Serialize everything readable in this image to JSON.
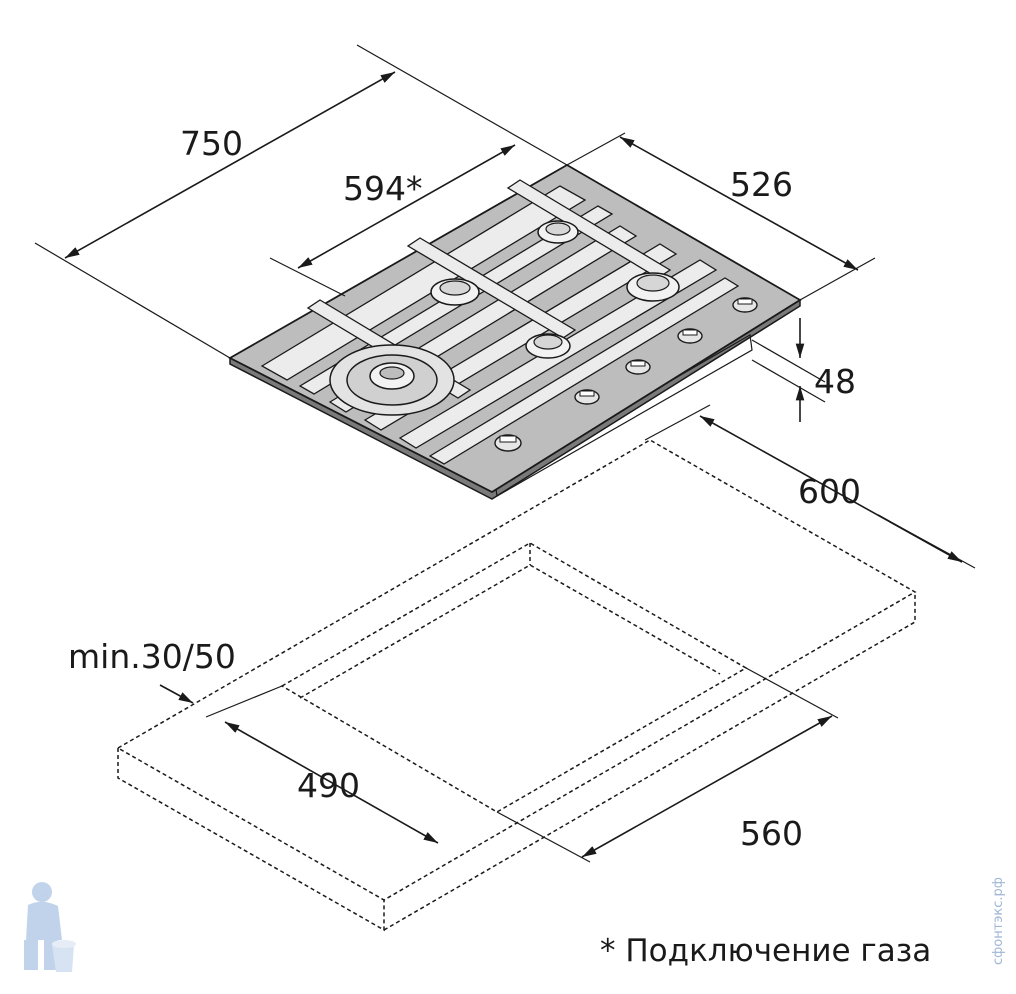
{
  "dimensions": {
    "width_total": "750",
    "width_gas": "594*",
    "depth": "526",
    "height": "48",
    "cutout_width": "600",
    "min_clearance": "min.30/50",
    "cutout_depth": "490",
    "cutout_side": "560"
  },
  "footnote": "* Подключение газа",
  "watermark": "сфонтэкс.рф",
  "colors": {
    "hob_glass": "#bdbdbd",
    "outline": "#1a1a1a",
    "mascot": "#8fb0dc"
  }
}
